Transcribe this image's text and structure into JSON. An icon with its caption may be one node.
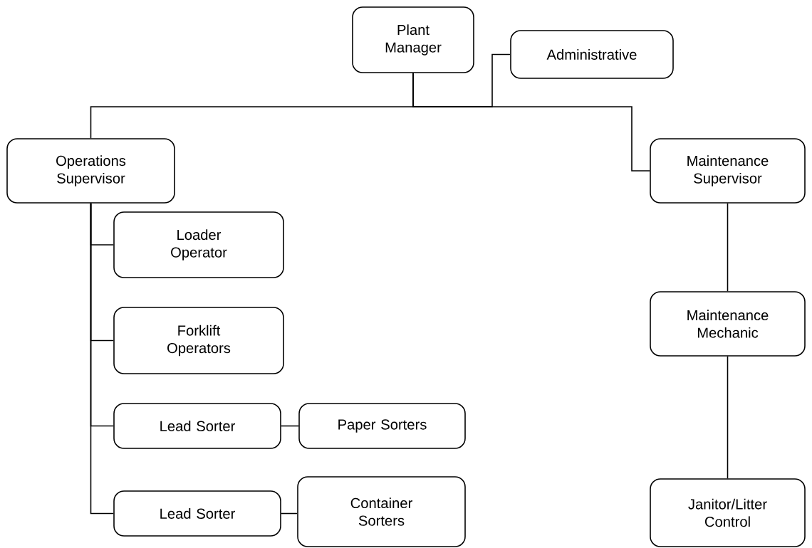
{
  "diagram": {
    "nodes": [
      {
        "text": [
          "Plant Manager"
        ]
      },
      {
        "text": [
          "Administrative"
        ]
      },
      {
        "text": [
          "Operations Supervisor"
        ]
      },
      {
        "text": [
          "Maintenance Supervisor"
        ]
      },
      {
        "text": [
          "Loader Operator"
        ]
      },
      {
        "text": [
          "Forklift Operators"
        ]
      },
      {
        "text": [
          "Lead Sorter"
        ]
      },
      {
        "text": [
          "Paper Sorters"
        ]
      },
      {
        "text": [
          "Lead Sorter"
        ]
      },
      {
        "text": [
          "Container Sorters"
        ]
      },
      {
        "text": [
          "Maintenance Mechanic"
        ]
      },
      {
        "text": [
          "Janitor/Litter Control"
        ]
      }
    ],
    "edges": [
      {
        "from": 0,
        "to": 1,
        "arrow": "none"
      },
      {
        "from": 0,
        "to": 2,
        "arrow": "none"
      },
      {
        "from": 0,
        "to": 3,
        "arrow": "none"
      },
      {
        "from": 2,
        "to": 4,
        "arrow": "none"
      },
      {
        "from": 2,
        "to": 5,
        "arrow": "none"
      },
      {
        "from": 2,
        "to": 6,
        "arrow": "none"
      },
      {
        "from": 2,
        "to": 8,
        "arrow": "none"
      },
      {
        "from": 6,
        "to": 7,
        "arrow": "none"
      },
      {
        "from": 8,
        "to": 9,
        "arrow": "none"
      },
      {
        "from": 3,
        "to": 10,
        "arrow": "none"
      },
      {
        "from": 10,
        "to": 11,
        "arrow": "none"
      }
    ]
  }
}
